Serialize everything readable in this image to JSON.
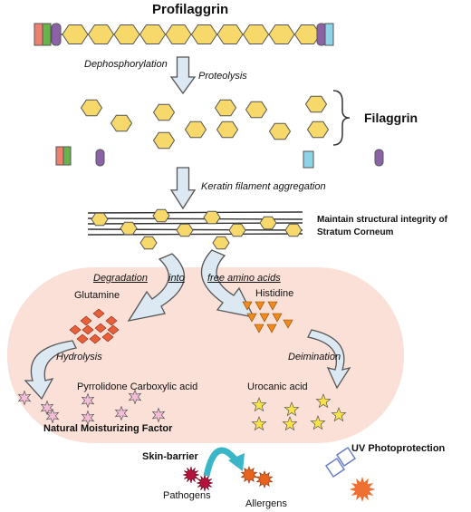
{
  "title": "Profilaggrin",
  "labels": {
    "dephosphorylation": "Dephosphorylation",
    "proteolysis": "Proteolysis",
    "filaggrin": "Filaggrin",
    "keratin_aggregation": "Keratin filament aggregation",
    "structural_line1": "Maintain structural integrity of",
    "structural_line2": "Stratum Corneum",
    "degradation": "Degradation",
    "into": "into",
    "free_amino_acids": "free amino acids",
    "glutamine": "Glutamine",
    "histidine": "Histidine",
    "hydrolysis": "Hydrolysis",
    "deimination": "Deimination",
    "pca": "Pyrrolidone Carboxylic acid",
    "urocanic": "Urocanic acid",
    "nmf": "Natural Moisturizing Factor",
    "skin_barrier": "Skin-barrier",
    "uv": "UV Photoprotection",
    "pathogens": "Pathogens",
    "allergens": "Allergens"
  },
  "colors": {
    "hexagon": "#f7d96b",
    "hexagon_stroke": "#555555",
    "hexagon_linker": "#f3d063",
    "blob_fill": "#fbe0d8",
    "arrow_fill": "#dce8f2",
    "arrow_stroke": "#555555",
    "glutamine": "#e8603a",
    "histidine": "#f08a1c",
    "pca_star": "#f4bdd6",
    "urocanic_star": "#f8e24a",
    "barrier_arrow": "#3bb6c8",
    "pathogen": "#b4143c",
    "allergen": "#e8641e",
    "sun": "#f07032",
    "domain_red": "#ef7f6e",
    "domain_green": "#6ab34c",
    "domain_purple": "#8b62a6",
    "domain_blue": "#8fd3e8"
  }
}
